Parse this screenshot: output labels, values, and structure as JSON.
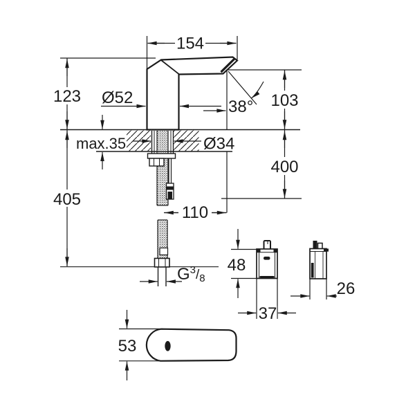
{
  "diagram": {
    "type": "faucet-installation-dimension-drawing",
    "colors": {
      "line": "#1b1b1b",
      "background": "#ffffff"
    },
    "labels": {
      "spout_length": "154",
      "height_above_deck": "123",
      "body_diameter": "Ø52",
      "max_deck_thickness": "max.35",
      "shank_diameter": "Ø34",
      "spray_angle": "38°",
      "outlet_height": "103",
      "hose_length_below": "400",
      "total_length_below": "405",
      "spout_reach": "110",
      "thread": {
        "prefix": "G",
        "numerator": "3",
        "slash": "/",
        "denominator": "8"
      },
      "box_height": "48",
      "box_width": "37",
      "box_depth": "26",
      "spout_top_width": "53"
    }
  }
}
